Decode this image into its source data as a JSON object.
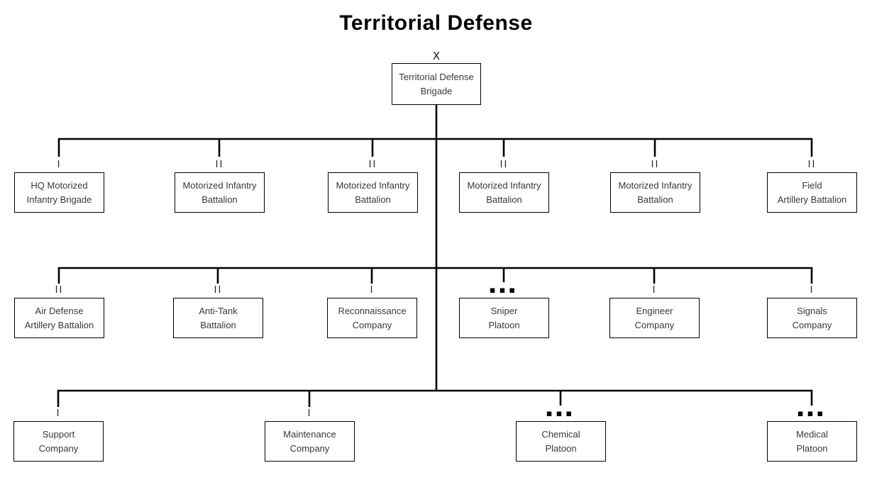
{
  "title": "Territorial Defense",
  "colors": {
    "line": "#000000",
    "box_border": "#000000",
    "box_text": "#383838",
    "background": "#ffffff"
  },
  "root": {
    "echelon": "X",
    "label": "Territorial Defense\nBrigade"
  },
  "row1": [
    {
      "echelon": "I",
      "label": "HQ Motorized\nInfantry Brigade"
    },
    {
      "echelon": "II",
      "label": "Motorized Infantry\nBattalion"
    },
    {
      "echelon": "II",
      "label": "Motorized Infantry\nBattalion"
    },
    {
      "echelon": "II",
      "label": "Motorized Infantry\nBattalion"
    },
    {
      "echelon": "II",
      "label": "Motorized Infantry\nBattalion"
    },
    {
      "echelon": "II",
      "label": "Field\nArtillery Battalion"
    }
  ],
  "row2": [
    {
      "echelon": "II",
      "label": "Air Defense\nArtillery Battalion"
    },
    {
      "echelon": "II",
      "label": "Anti-Tank\nBattalion"
    },
    {
      "echelon": "I",
      "label": "Reconnaissance\nCompany"
    },
    {
      "echelon": "▪▪▪",
      "label": "Sniper\nPlatoon"
    },
    {
      "echelon": "I",
      "label": "Engineer\nCompany"
    },
    {
      "echelon": "I",
      "label": "Signals\nCompany"
    }
  ],
  "row3": [
    {
      "echelon": "I",
      "label": "Support\nCompany"
    },
    {
      "echelon": "I",
      "label": "Maintenance\nCompany"
    },
    {
      "echelon": "▪▪▪",
      "label": "Chemical\nPlatoon"
    },
    {
      "echelon": "▪▪▪",
      "label": "Medical\nPlatoon"
    }
  ]
}
